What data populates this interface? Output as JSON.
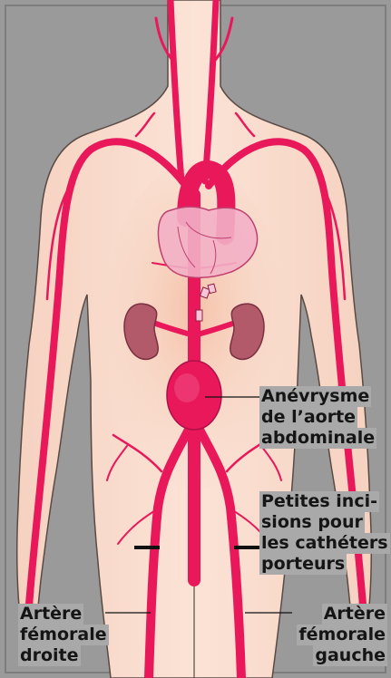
{
  "labels": {
    "aneurysm": [
      "Anévrysme",
      "de l’aorte",
      "abdominale"
    ],
    "incisions": [
      "Petites inci-",
      "sions pour",
      "les cathéters",
      "porteurs"
    ],
    "right_femoral": [
      "Artère",
      "fémorale",
      "droite"
    ],
    "left_femoral": [
      "Artère",
      "fémorale",
      "gauche"
    ]
  },
  "colors": {
    "background": "#9a9a9a",
    "skin": "#f8d8c8",
    "artery": "#e8185a",
    "heart": "#f0a8c0",
    "kidney": "#b35a6a",
    "label_bg": "#a9a9a9",
    "text": "#151515"
  }
}
